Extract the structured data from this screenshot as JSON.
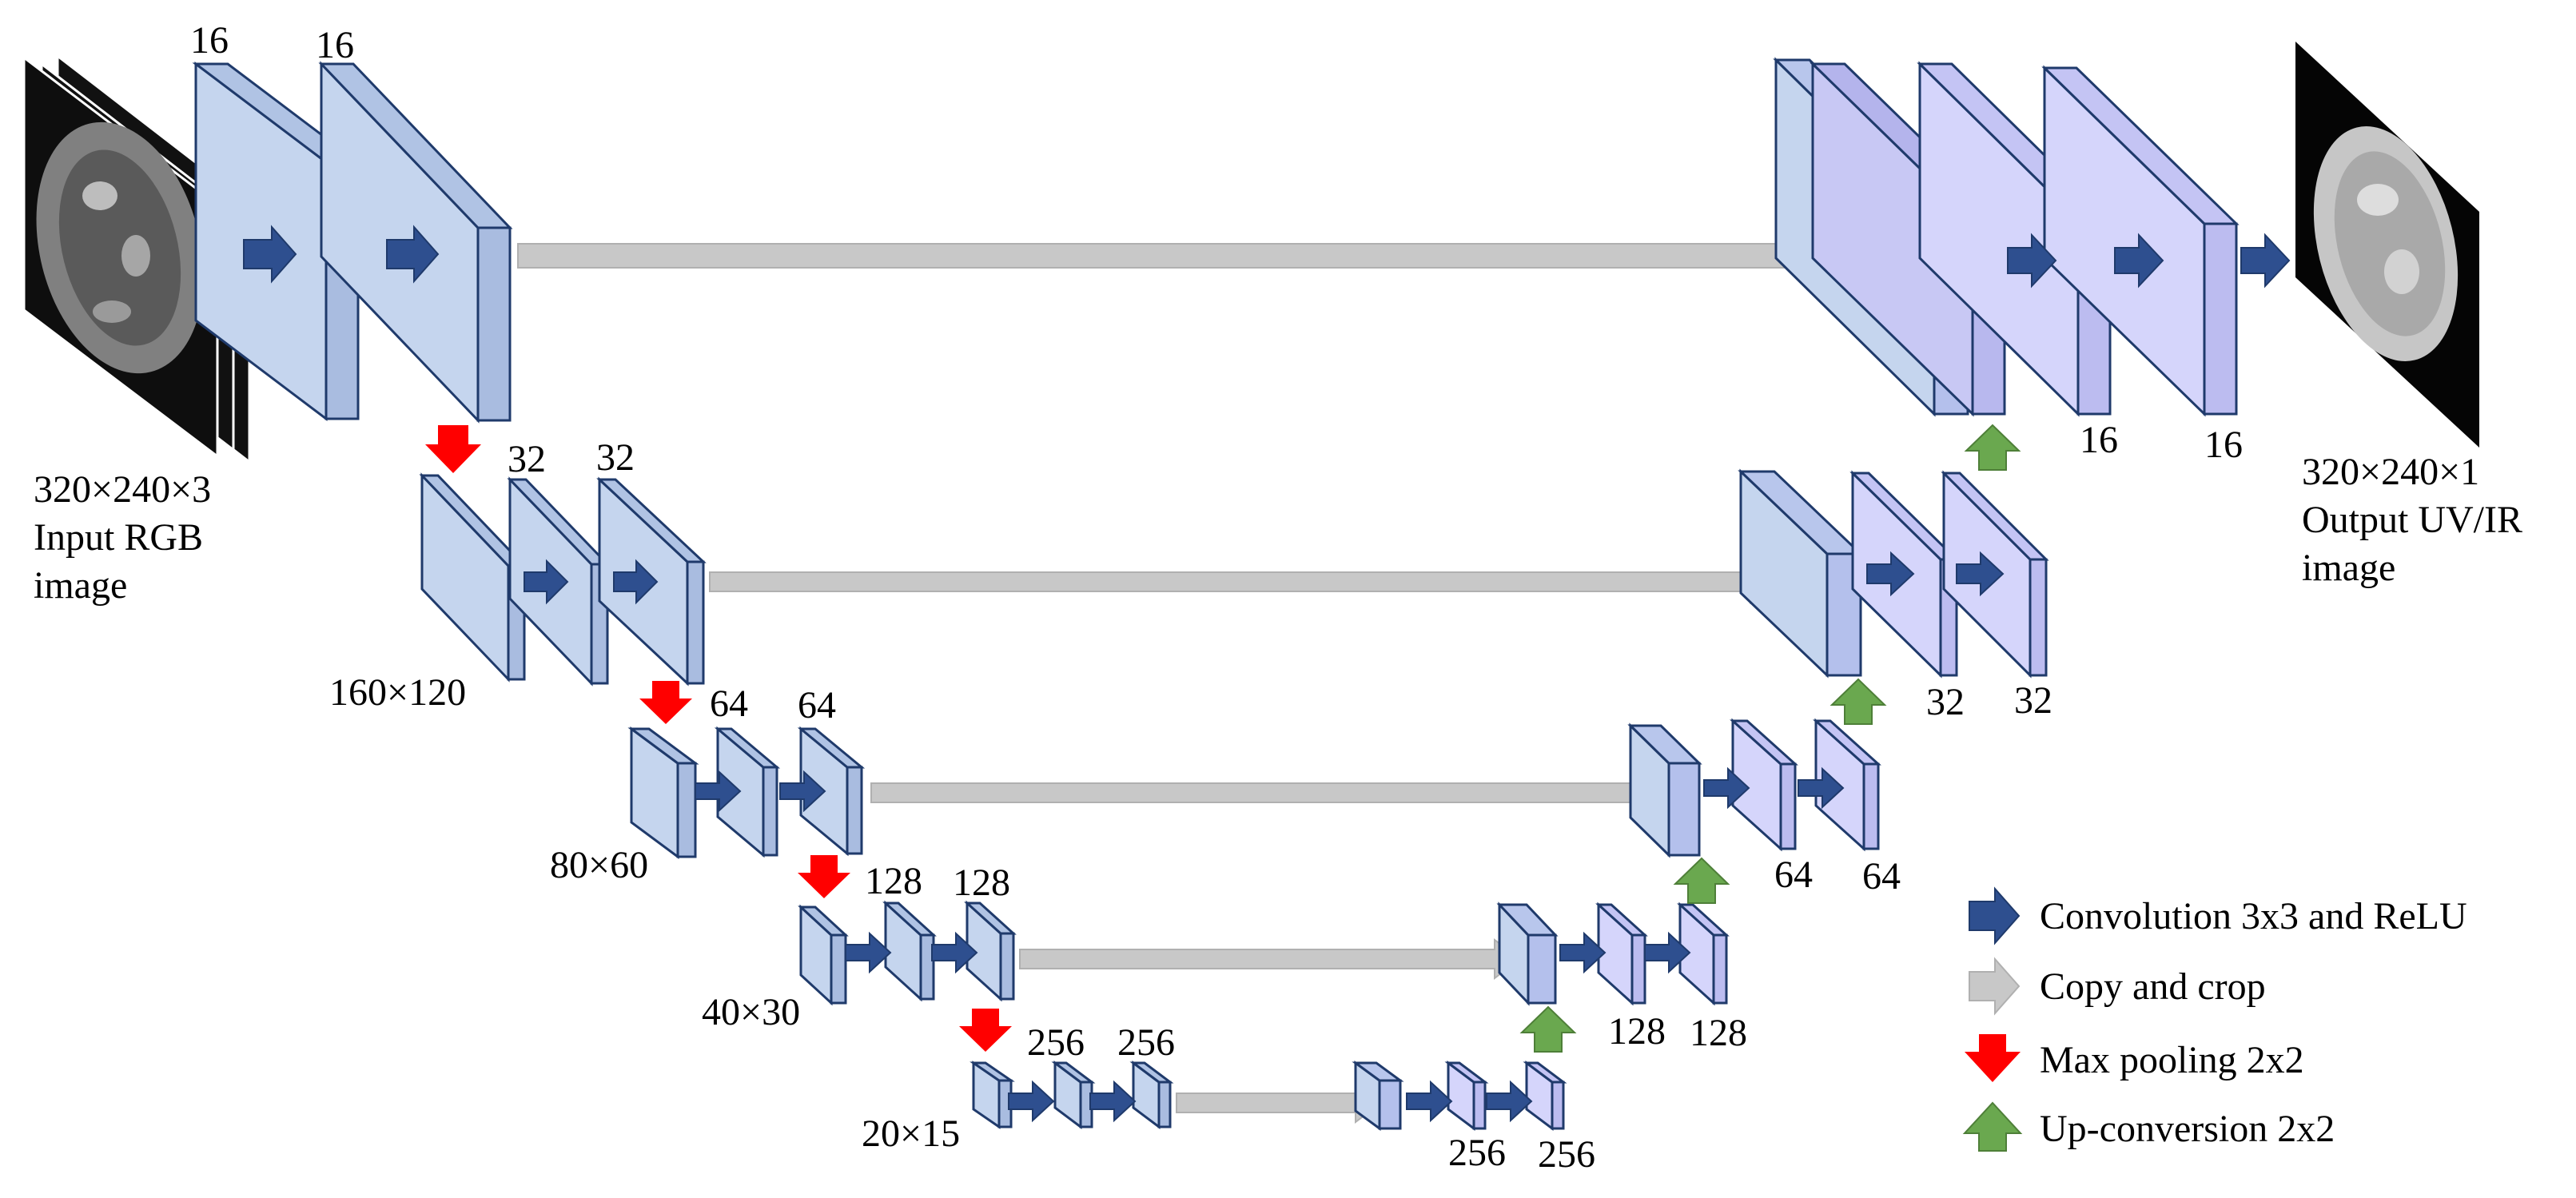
{
  "colors": {
    "encoder_block": "#c5d5ee",
    "decoder_block": "#d5d5fb",
    "block_stroke": "#1f3a6b",
    "conv_arrow": "#2e4f8f",
    "copy_arrow": "#c8c8c8",
    "pool_arrow": "#ff0000",
    "up_arrow": "#6aa84f"
  },
  "input": {
    "size_label": "320×240×3",
    "caption_line1": "Input RGB",
    "caption_line2": "image"
  },
  "output": {
    "size_label": "320×240×1",
    "caption_line1": "Output UV/IR",
    "caption_line2": "image"
  },
  "encoder": {
    "level1": {
      "ch1": "16",
      "ch2": "16"
    },
    "level2": {
      "ch1": "32",
      "ch2": "32",
      "size": "160×120"
    },
    "level3": {
      "ch1": "64",
      "ch2": "64",
      "size": "80×60"
    },
    "level4": {
      "ch1": "128",
      "ch2": "128",
      "size": "40×30"
    },
    "level5": {
      "ch1": "256",
      "ch2": "256",
      "size": "20×15"
    }
  },
  "decoder": {
    "level1": {
      "ch1": "16",
      "ch2": "16"
    },
    "level2": {
      "ch1": "32",
      "ch2": "32"
    },
    "level3": {
      "ch1": "64",
      "ch2": "64"
    },
    "level4": {
      "ch1": "128",
      "ch2": "128"
    },
    "level5": {
      "ch1": "256",
      "ch2": "256"
    }
  },
  "legend": {
    "conv": "Convolution 3x3 and ReLU",
    "copy": "Copy and crop",
    "pool": "Max pooling 2x2",
    "up": "Up-conversion 2x2"
  }
}
